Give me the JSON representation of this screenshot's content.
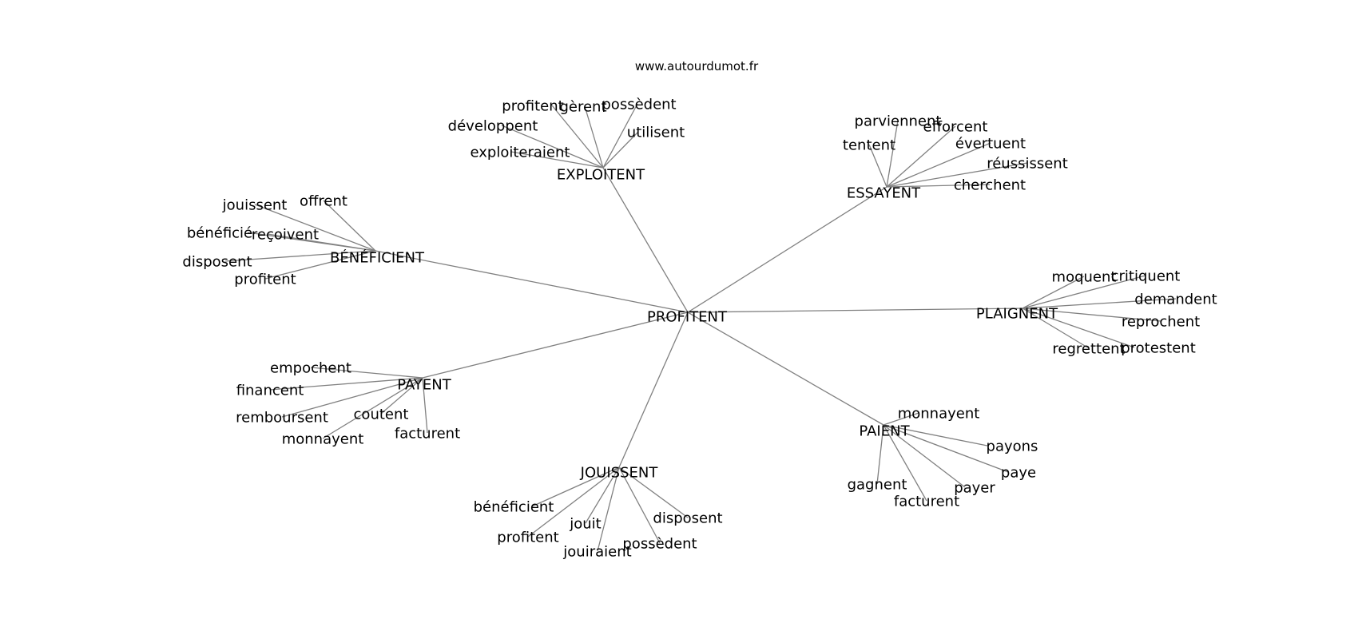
{
  "source": "www.autourdumot.fr",
  "colors": {
    "edge": "#808080",
    "text": "#000000",
    "background": "#ffffff"
  },
  "root": "PROFITENT",
  "clusters": [
    {
      "label": "EXPLOITENT",
      "words": [
        "profitent",
        "gèrent",
        "possèdent",
        "développent",
        "utilisent",
        "exploiteraient"
      ]
    },
    {
      "label": "ESSAYENT",
      "words": [
        "parviennent",
        "efforcent",
        "tentent",
        "évertuent",
        "réussissent",
        "cherchent"
      ]
    },
    {
      "label": "BÉNÉFICIENT",
      "words": [
        "jouissent",
        "offrent",
        "bénéficié",
        "reçoivent",
        "disposent",
        "profitent"
      ]
    },
    {
      "label": "PLAIGNENT",
      "words": [
        "moquent",
        "critiquent",
        "demandent",
        "reprochent",
        "regrettent",
        "protestent"
      ]
    },
    {
      "label": "PAYENT",
      "words": [
        "empochent",
        "financent",
        "remboursent",
        "coutent",
        "monnayent",
        "facturent"
      ]
    },
    {
      "label": "PAIENT",
      "words": [
        "monnayent",
        "payons",
        "paye",
        "gagnent",
        "payer",
        "facturent"
      ]
    },
    {
      "label": "JOUISSENT",
      "words": [
        "bénéficient",
        "disposent",
        "jouit",
        "profitent",
        "possèdent",
        "jouiraient"
      ]
    }
  ]
}
